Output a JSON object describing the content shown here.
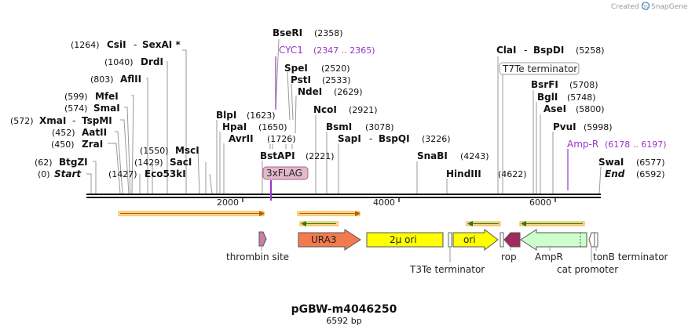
{
  "header": {
    "created_by": "Created by",
    "brand": "SnapGene"
  },
  "plasmid": {
    "name": "pGBW-m4046250",
    "length_label": "6592 bp"
  },
  "ticks": [
    {
      "label": "2000"
    },
    {
      "label": "4000"
    },
    {
      "label": "6000"
    }
  ],
  "sites": [
    {
      "pos": "(0)",
      "name": "Start",
      "italic": true
    },
    {
      "pos": "(62)",
      "name": "BtgZI"
    },
    {
      "pos": "(450)",
      "name": "ZraI"
    },
    {
      "pos": "(452)",
      "name": "AatII"
    },
    {
      "pos": "(572)",
      "name": "XmaI",
      "extra": "TspMI"
    },
    {
      "pos": "(574)",
      "name": "SmaI"
    },
    {
      "pos": "(599)",
      "name": "MfeI"
    },
    {
      "pos": "(803)",
      "name": "AflII"
    },
    {
      "pos": "(1040)",
      "name": "DrdI"
    },
    {
      "pos": "(1264)",
      "name": "CsiI",
      "extra": "SexAI *"
    },
    {
      "pos": "(1427)",
      "name": ""
    },
    {
      "pos": "(1429)",
      "name": ""
    },
    {
      "pos": "(1550)",
      "name": "MscI"
    },
    {
      "pos": "",
      "name": "SacI"
    },
    {
      "pos": "",
      "name": "Eco53kI"
    },
    {
      "pos": "",
      "name": "BlpI"
    },
    {
      "pos": "(1623)",
      "name": ""
    },
    {
      "pos": "",
      "name": "HpaI"
    },
    {
      "pos": "(1650)",
      "name": ""
    },
    {
      "pos": "",
      "name": "AvrII"
    },
    {
      "pos": "(1726)",
      "name": ""
    },
    {
      "pos": "",
      "name": "BstAPI"
    },
    {
      "pos": "(2221)",
      "name": ""
    },
    {
      "pos": "(2358)",
      "name": "BseRI"
    },
    {
      "pos": "(2520)",
      "name": "SpeI"
    },
    {
      "pos": "(2533)",
      "name": "PstI"
    },
    {
      "pos": "(2629)",
      "name": "NdeI"
    },
    {
      "pos": "(2921)",
      "name": "NcoI"
    },
    {
      "pos": "(3078)",
      "name": "BsmI"
    },
    {
      "pos": "(3226)",
      "name": "SapI",
      "extra": "BspQI"
    },
    {
      "pos": "(4243)",
      "name": "SnaBI"
    },
    {
      "pos": "(4622)",
      "name": "HindIII"
    },
    {
      "pos": "(5258)",
      "name": "ClaI",
      "extra": "BspDI"
    },
    {
      "pos": "(5708)",
      "name": "BsrFI"
    },
    {
      "pos": "(5748)",
      "name": "BglI"
    },
    {
      "pos": "(5800)",
      "name": "AseI"
    },
    {
      "pos": "(5998)",
      "name": "PvuI"
    },
    {
      "pos": "(6577)",
      "name": "SwaI"
    },
    {
      "pos": "(6592)",
      "name": "End",
      "italic": true
    }
  ],
  "features_top": [
    {
      "name": "CYC1",
      "range": "(2347 .. 2365)",
      "color": "#9933cc"
    },
    {
      "name": "Amp-R",
      "range": "(6178 .. 6197)",
      "color": "#9933cc"
    },
    {
      "name": "T7Te terminator"
    },
    {
      "name": "3xFLAG",
      "color": "#e4b8cc"
    }
  ],
  "features": [
    {
      "name": "thrombin site",
      "color": "#c67fa6"
    },
    {
      "name": "URA3",
      "color": "#f27b4e"
    },
    {
      "name": "2μ ori",
      "color": "#ffff00"
    },
    {
      "name": "T3Te terminator"
    },
    {
      "name": "ori",
      "color": "#ffff00"
    },
    {
      "name": "rop",
      "color": "#a02b5c"
    },
    {
      "name": "AmpR",
      "color": "#ccffcc"
    },
    {
      "name": "cat promoter"
    },
    {
      "name": "tonB terminator"
    }
  ],
  "colors": {
    "orf": "#f5a623",
    "orf_fill": "#ffe8a8",
    "arrow_green": "#3a8a1a",
    "purple": "#9933cc"
  }
}
